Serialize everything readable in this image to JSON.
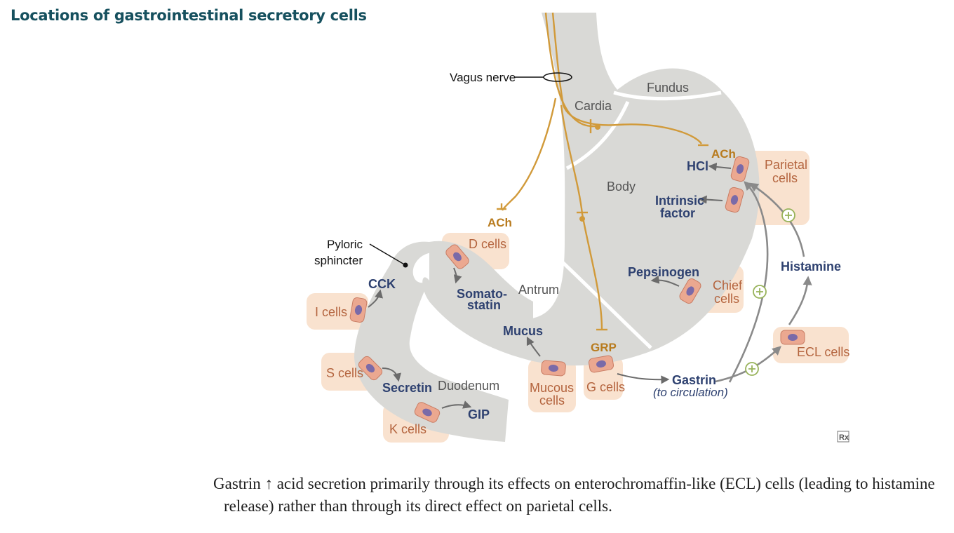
{
  "title": "Locations of gastrointestinal secretory cells",
  "regions": {
    "vagus": "Vagus nerve",
    "fundus": "Fundus",
    "cardia": "Cardia",
    "body": "Body",
    "antrum": "Antrum",
    "duodenum": "Duodenum",
    "pyloric_line1": "Pyloric",
    "pyloric_line2": "sphincter"
  },
  "neurotransmitters": {
    "ach_top": "ACh",
    "ach_mid": "ACh",
    "grp": "GRP"
  },
  "cells": {
    "parietal_line1": "Parietal",
    "parietal_line2": "cells",
    "chief_line1": "Chief",
    "chief_line2": "cells",
    "d_cells": "D cells",
    "i_cells": "I cells",
    "s_cells": "S cells",
    "k_cells": "K cells",
    "mucous_line1": "Mucous",
    "mucous_line2": "cells",
    "g_cells": "G cells",
    "ecl_cells": "ECL cells"
  },
  "products": {
    "hcl": "HCl",
    "intrinsic_line1": "Intrinsic",
    "intrinsic_line2": "factor",
    "pepsinogen": "Pepsinogen",
    "histamine": "Histamine",
    "somato_line1": "Somato-",
    "somato_line2": "statin",
    "cck": "CCK",
    "secretin": "Secretin",
    "gip": "GIP",
    "mucus": "Mucus",
    "gastrin": "Gastrin",
    "gastrin_note": "(to circulation)"
  },
  "logo": "Rx",
  "caption": "Gastrin ↑ acid secretion primarily through its effects on enterochromaffin-like (ECL) cells (leading to histamine release) rather than through its direct effect on parietal cells.",
  "colors": {
    "organ": "#d9d9d6",
    "cell_box": "#f9e2cf",
    "cell_body": "#eba890",
    "nucleus": "#7a6aa8",
    "nerve": "#d19a3a",
    "product": "#2e4170",
    "plus": "#98b35a"
  }
}
